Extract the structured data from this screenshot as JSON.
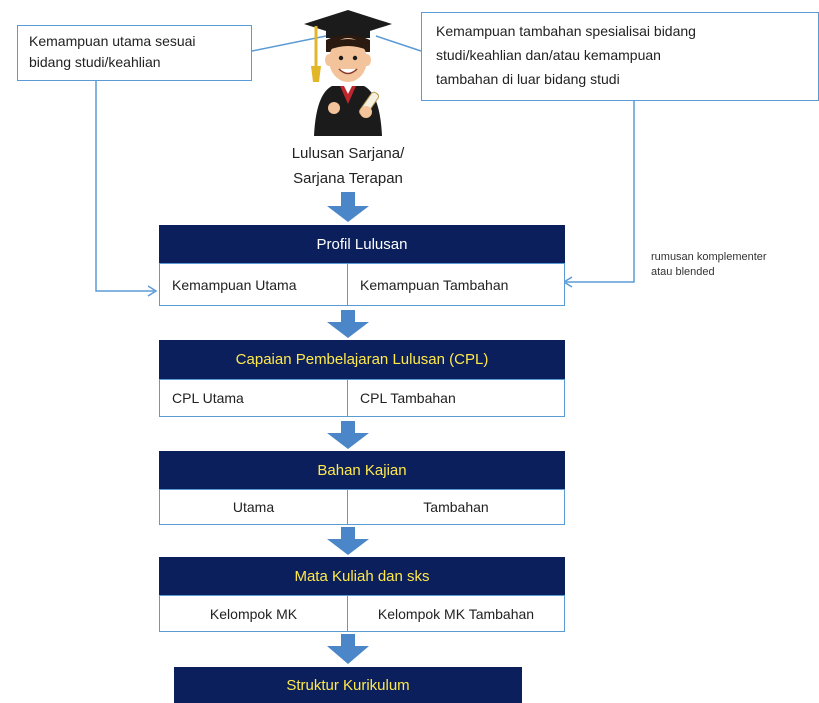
{
  "graduate": {
    "label_line1": "Lulusan Sarjana/",
    "label_line2": "Sarjana Terapan",
    "icon": "graduate-icon"
  },
  "callouts": {
    "main": {
      "line1": "Kemampuan utama sesuai",
      "line2": "bidang studi/keahlian"
    },
    "additional": {
      "line1": "Kemampuan tambahan spesialisai bidang",
      "line2": "studi/keahlian dan/atau kemampuan",
      "line3": "tambahan di luar bidang studi"
    }
  },
  "side_note": {
    "line1": "rumusan komplementer",
    "line2": "atau blended"
  },
  "sections": [
    {
      "title": "Profil Lulusan",
      "left": "Kemampuan Utama",
      "right": "Kemampuan Tambahan"
    },
    {
      "title": "Capaian Pembelajaran Lulusan (CPL)",
      "left": "CPL Utama",
      "right": "CPL Tambahan"
    },
    {
      "title": "Bahan Kajian",
      "left": "Utama",
      "right": "Tambahan"
    },
    {
      "title": "Mata Kuliah dan sks",
      "left": "Kelompok MK",
      "right": "Kelompok MK Tambahan"
    },
    {
      "title": "Struktur Kurikulum"
    }
  ],
  "colors": {
    "bar_bg": "#0b1f5c",
    "title_text": "#ffe94a",
    "connector": "#5b9bd5",
    "flow_arrow": "#4a86c8"
  }
}
